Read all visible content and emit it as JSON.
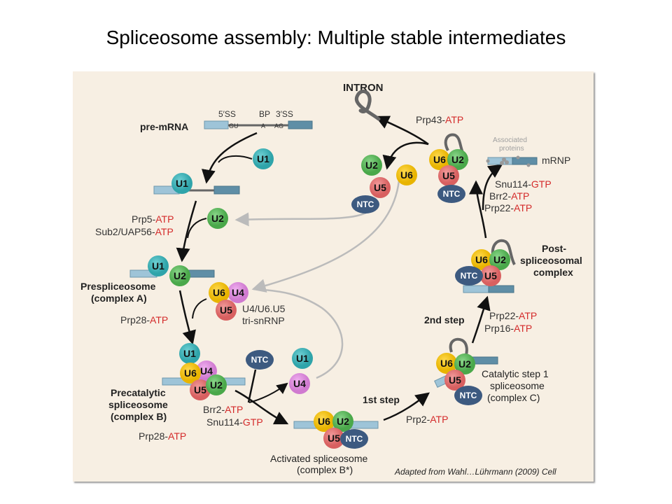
{
  "title": "Spliceosome assembly:  Multiple stable intermediates",
  "colors": {
    "panel_bg": "#f7efe3",
    "U1": "#3fb3b8",
    "U2": "#5cb85c",
    "U4": "#dd88dd",
    "U5": "#e07070",
    "U6": "#f2c21b",
    "NTC": "#3d5a80",
    "exon_light": "#9ec4d8",
    "exon_dark": "#5f8ea6",
    "factor_red": "#d42a2a",
    "recycle_arrow": "#bbbbbb"
  },
  "labels": {
    "intron": "INTRON",
    "pre_mrna": "pre-mRNA",
    "ss5": "5′SS",
    "bp": "BP",
    "ss3": "3′SS",
    "gu": "GU",
    "a": "A",
    "ag": "AG",
    "mrnp": "mRNP",
    "associated_proteins_1": "Associated",
    "associated_proteins_2": "proteins",
    "prespliceosome_1": "Prespliceosome",
    "prespliceosome_2": "(complex A)",
    "tri_snrnp_1": "U4/U6.U5",
    "tri_snrnp_2": "tri-snRNP",
    "precatalytic_1": "Precatalytic",
    "precatalytic_2": "spliceosome",
    "precatalytic_3": "(complex B)",
    "activated_1": "Activated spliceosome",
    "activated_2": "(complex B*)",
    "catalytic_1": "Catalytic step 1",
    "catalytic_2": "spliceosome",
    "catalytic_3": "(complex C)",
    "post_1": "Post-",
    "post_2": "spliceosomal",
    "post_3": "complex",
    "step1": "1st step",
    "step2": "2nd step",
    "citation": "Adapted from Wahl…Lührmann (2009) Cell"
  },
  "factors": {
    "prp43": {
      "name": "Prp43-",
      "ntp": "ATP"
    },
    "snu114_top": {
      "name": "Snu114-",
      "ntp": "GTP"
    },
    "brr2_top": {
      "name": "Brr2-",
      "ntp": "ATP"
    },
    "prp22_top": {
      "name": "Prp22-",
      "ntp": "ATP"
    },
    "prp5": {
      "name": "Prp5-",
      "ntp": "ATP"
    },
    "sub2": {
      "name": "Sub2/UAP56-",
      "ntp": "ATP"
    },
    "prp28_a": {
      "name": "Prp28-",
      "ntp": "ATP"
    },
    "brr2_b": {
      "name": "Brr2-",
      "ntp": "ATP"
    },
    "snu114_b": {
      "name": "Snu114-",
      "ntp": "GTP"
    },
    "prp28_b": {
      "name": "Prp28-",
      "ntp": "ATP"
    },
    "prp2": {
      "name": "Prp2-",
      "ntp": "ATP"
    },
    "prp22_c": {
      "name": "Prp22-",
      "ntp": "ATP"
    },
    "prp16": {
      "name": "Prp16-",
      "ntp": "ATP"
    }
  },
  "snrnps": {
    "U1": "U1",
    "U2": "U2",
    "U4": "U4",
    "U5": "U5",
    "U6": "U6",
    "NTC": "NTC"
  }
}
